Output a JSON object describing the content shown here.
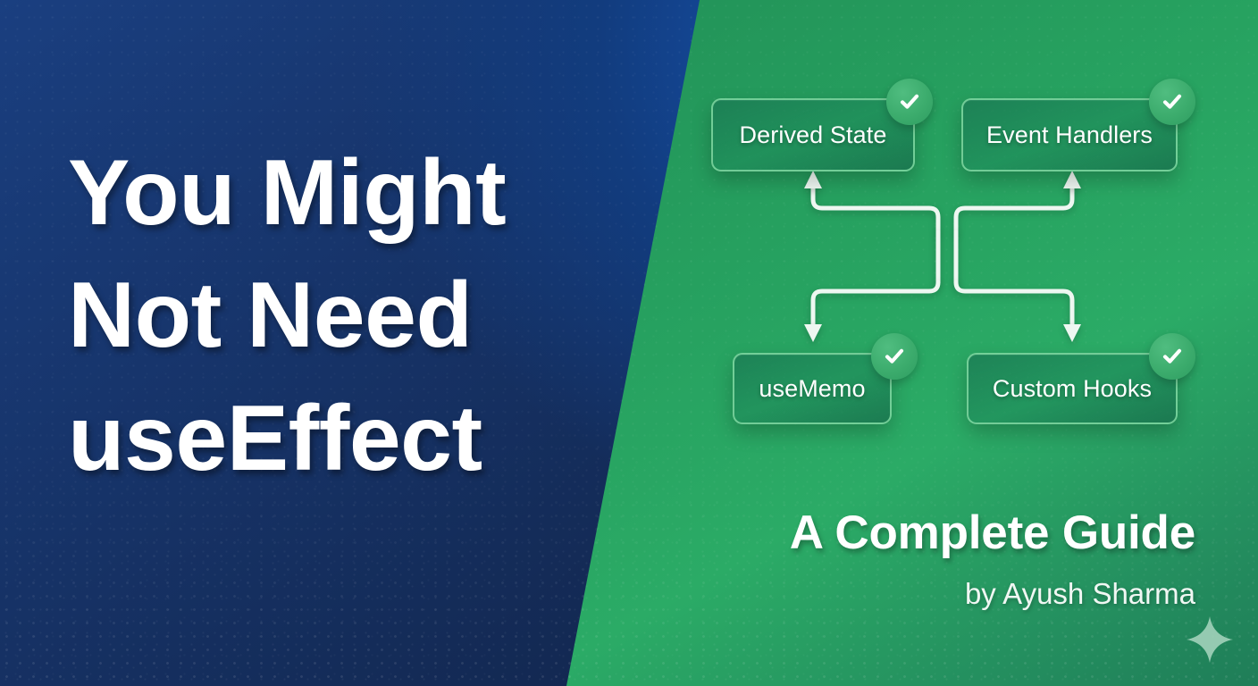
{
  "theme": {
    "blue_dark": "#13284f",
    "blue_bright": "#1556b8",
    "green_dark": "#1f8b5f",
    "green_bright": "#2eb96b",
    "node_border": "#88dfa8",
    "badge_green": "#3cac6d",
    "text_white": "#ffffff",
    "connector": "#eef7f1",
    "sparkle": "#9fd0b8"
  },
  "hero": {
    "title_lines": [
      "You Might",
      "Not Need",
      "useEffect"
    ],
    "subtitle": "A Complete Guide",
    "byline": "by Ayush Sharma",
    "sparkle_icon": "sparkle-icon"
  },
  "diagram": {
    "check_icon": "check-icon",
    "nodes": [
      {
        "id": "derived-state",
        "label": "Derived State",
        "row": "top",
        "col": "left",
        "badge": "check-icon"
      },
      {
        "id": "event-handlers",
        "label": "Event Handlers",
        "row": "top",
        "col": "right",
        "badge": "check-icon"
      },
      {
        "id": "usememo",
        "label": "useMemo",
        "row": "bottom",
        "col": "left",
        "badge": "check-icon"
      },
      {
        "id": "custom-hooks",
        "label": "Custom Hooks",
        "row": "bottom",
        "col": "right",
        "badge": "check-icon"
      }
    ]
  }
}
